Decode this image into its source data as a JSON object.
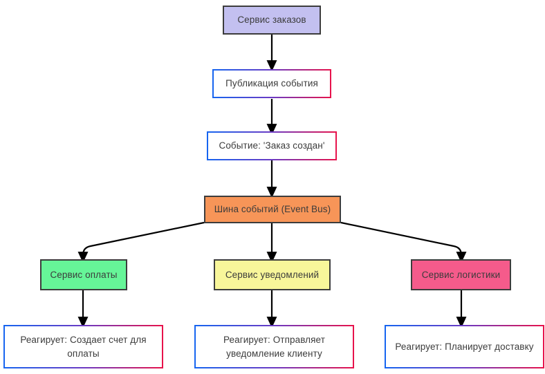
{
  "diagram": {
    "type": "flowchart",
    "title": "Event-driven order processing flow",
    "direction": "top-to-bottom",
    "palette": {
      "order_service_fill": "#c3c0f0",
      "event_bus_fill": "#f79558",
      "payment_service_fill": "#66f598",
      "notification_service_fill": "#f8f69a",
      "logistics_service_fill": "#f55b8b",
      "plain_fill": "#ffffff",
      "solid_border": "#3c3c3c",
      "gradient_border_start": "#1565f0",
      "gradient_border_mid": "#6b3ac4",
      "gradient_border_end": "#e8124a",
      "edge_color": "#000000",
      "text_color": "#3b3b3b"
    },
    "nodes": [
      {
        "id": "order_service",
        "label": "Сервис заказов"
      },
      {
        "id": "publish_event",
        "label": "Публикация события"
      },
      {
        "id": "event_created",
        "label": "Событие: 'Заказ создан'"
      },
      {
        "id": "event_bus",
        "label": "Шина событий (Event Bus)"
      },
      {
        "id": "payment_service",
        "label": "Сервис оплаты"
      },
      {
        "id": "notification_service",
        "label": "Сервис уведомлений"
      },
      {
        "id": "logistics_service",
        "label": "Сервис логистики"
      },
      {
        "id": "payment_reaction",
        "label": "Реагирует: Создает счет для оплаты"
      },
      {
        "id": "notification_reaction",
        "label": "Реагирует: Отправляет уведомление клиенту"
      },
      {
        "id": "logistics_reaction",
        "label": "Реагирует: Планирует доставку"
      }
    ],
    "edges": [
      {
        "from": "order_service",
        "to": "publish_event",
        "style": "straight-arrow"
      },
      {
        "from": "publish_event",
        "to": "event_created",
        "style": "straight-arrow"
      },
      {
        "from": "event_created",
        "to": "event_bus",
        "style": "straight-arrow"
      },
      {
        "from": "event_bus",
        "to": "payment_service",
        "style": "curved-arrow-left"
      },
      {
        "from": "event_bus",
        "to": "notification_service",
        "style": "straight-arrow"
      },
      {
        "from": "event_bus",
        "to": "logistics_service",
        "style": "curved-arrow-right"
      },
      {
        "from": "payment_service",
        "to": "payment_reaction",
        "style": "straight-arrow"
      },
      {
        "from": "notification_service",
        "to": "notification_reaction",
        "style": "straight-arrow"
      },
      {
        "from": "logistics_service",
        "to": "logistics_reaction",
        "style": "straight-arrow"
      }
    ]
  }
}
